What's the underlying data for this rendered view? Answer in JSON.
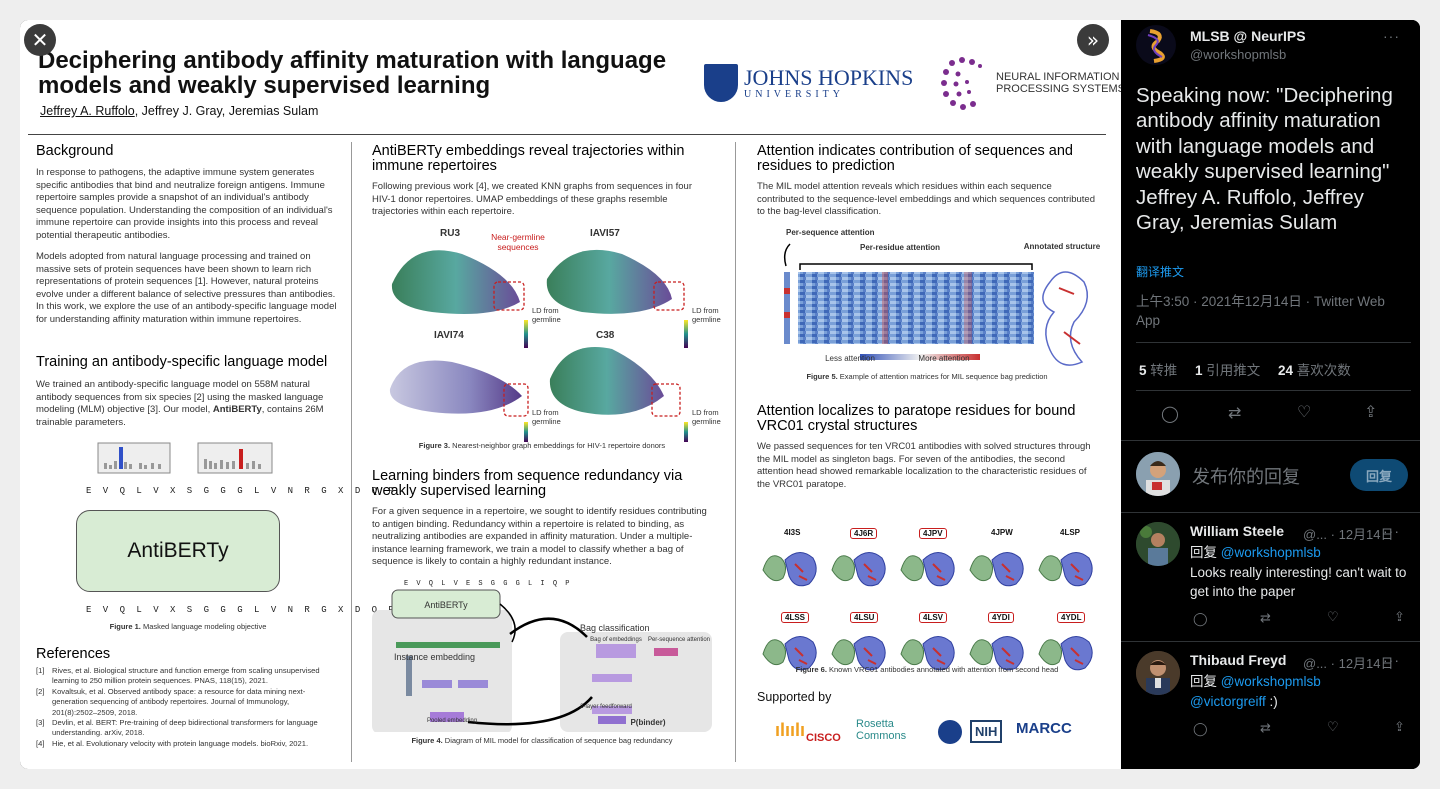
{
  "nav": {
    "close_glyph": "✕",
    "next_glyph": "»"
  },
  "poster": {
    "title": "Deciphering antibody affinity maturation with language models and weakly supervised learning",
    "author_first": "Jeffrey A. Ruffolo",
    "authors_rest": ", Jeffrey J. Gray, Jeremias Sulam",
    "jhu_name": "JOHNS HOPKINS",
    "jhu_uni": "UNIVERSITY",
    "neurips_text": "NEURAL INFORMATION PROCESSING SYSTEMS",
    "background": {
      "title": "Background",
      "p1": "In response to pathogens, the adaptive immune system generates specific antibodies that bind and neutralize foreign antigens. Immune repertoire samples provide a snapshot of an individual's antibody sequence population. Understanding the composition of an individual's immune repertoire can provide insights into this process and reveal potential therapeutic antibodies.",
      "p2": "Models adopted from natural language processing and trained on massive sets of protein sequences have been shown to learn rich representations of protein sequences [1]. However, natural proteins evolve under a different balance of selective pressures than antibodies. In this work, we explore the use of an antibody-specific language model for understanding affinity maturation within immune repertoires."
    },
    "training": {
      "title": "Training an antibody-specific language model",
      "p1_pre": "We trained an antibody-specific language model on 558M natural antibody sequences from six species [2] using the masked language modeling (MLM) objective [3]. Our model, ",
      "p1_bold": "AntiBERTy",
      "p1_post": ", contains 26M trainable parameters.",
      "seq_top": "E V Q L V X S G G G L V N R G X D Q P",
      "seq_bottom": "E V Q L V X S G G G L V N R G X D Q P",
      "box_label": "AntiBERTy",
      "fig_caption_bold": "Figure 1.",
      "fig_caption": " Masked language modeling objective"
    },
    "references": {
      "title": "References",
      "items": [
        [
          "[1]",
          "Rives, et al. Biological structure and function emerge from scaling unsupervised learning to 250 million protein sequences. PNAS, 118(15), 2021."
        ],
        [
          "[2]",
          "Kovaltsuk, et al. Observed antibody space: a resource for data mining next-generation sequencing of antibody repertoires. Journal of Immunology, 201(8):2502–2509, 2018."
        ],
        [
          "[3]",
          "Devlin, et al. BERT: Pre-training of deep bidirectional transformers for language understanding. arXiv, 2018."
        ],
        [
          "[4]",
          "Hie, et al. Evolutionary velocity with protein language models. bioRxiv, 2021."
        ]
      ]
    },
    "embeddings": {
      "title": "AntiBERTy embeddings reveal trajectories within immune repertoires",
      "p1": "Following previous work [4], we created KNN graphs from sequences in four HIV-1 donor repertoires. UMAP embeddings of these graphs resemble trajectories within each repertoire.",
      "panel_labels": [
        "RU3",
        "IAVI57",
        "IAVI74",
        "C38"
      ],
      "near_germline": "Near-germline sequences",
      "ld_label": "LD from germline",
      "fig_caption_bold": "Figure 3.",
      "fig_caption": " Nearest-neighbor graph embeddings for HIV-1 repertoire donors"
    },
    "binders": {
      "title": "Learning binders from sequence redundancy via weakly supervised learning",
      "p1": "For a given sequence in a repertoire, we sought to identify residues contributing to antigen binding. Redundancy within a repertoire is related to binding, as neutralizing antibodies are expanded in affinity maturation. Under a multiple-instance learning framework, we train a model to classify whether a bag of sequence is likely to contain a highly redundant instance.",
      "seq": "E V Q L V E S G G G L I Q P",
      "antiberty": "AntiBERTy",
      "instance_embedding": "Instance embedding",
      "bag_classification": "Bag classification",
      "pooled_embedding": "Pooled embedding",
      "bag_of_embeddings": "Bag of embeddings",
      "per_seq_attention": "Per-sequence attention",
      "layer_ff": "2-layer feedforward",
      "pbinder": "P(binder)",
      "fig_caption_bold": "Figure 4.",
      "fig_caption": " Diagram of MIL model for classification of sequence bag redundancy"
    },
    "attention": {
      "title": "Attention indicates contribution of sequences and residues to prediction",
      "p1": "The MIL model attention reveals which residues within each sequence contributed to the sequence-level embeddings and which sequences contributed to the bag-level classification.",
      "per_sequence": "Per-sequence attention",
      "per_residue": "Per-residue attention",
      "annotated": "Annotated structure",
      "less": "Less attention",
      "more": "More attention",
      "fig_caption_bold": "Figure 5.",
      "fig_caption": " Example of attention matrices for MIL sequence bag prediction"
    },
    "localizes": {
      "title": "Attention localizes to paratope residues for bound VRC01 crystal structures",
      "p1": "We passed sequences for ten VRC01 antibodies with solved structures through the MIL model as singleton bags. For seven of the antibodies, the second attention head showed remarkable localization to the characteristic residues of the VRC01 paratope.",
      "structures_top": [
        "4I3S",
        "4J6R",
        "4JPV",
        "4JPW",
        "4LSP"
      ],
      "structures_bottom": [
        "4LSS",
        "4LSU",
        "4LSV",
        "4YDI",
        "4YDL"
      ],
      "boxed": [
        "4J6R",
        "4JPV",
        "4LSS",
        "4LSU",
        "4LSV",
        "4YDI",
        "4YDL"
      ],
      "fig_caption_bold": "Figure 6.",
      "fig_caption": " Known VRC01 antibodies annotated with attention from second head"
    },
    "supported_by": "Supported by",
    "sponsors": [
      "CISCO",
      "Rosetta Commons",
      "NIH",
      "MARCC"
    ]
  },
  "tweet": {
    "name": "MLSB @ NeurIPS",
    "handle": "@workshopmlsb",
    "more": "···",
    "text": "Speaking now: \"Deciphering antibody affinity maturation with language models and weakly supervised learning\" Jeffrey A. Ruffolo, Jeffrey Gray, Jeremias Sulam",
    "translate": "翻译推文",
    "time": "上午3:50 · 2021年12月14日 · Twitter Web App",
    "retweets_num": "5",
    "retweets_label": "转推",
    "quotes_num": "1",
    "quotes_label": "引用推文",
    "likes_num": "24",
    "likes_label": "喜欢次数",
    "reply_placeholder": "发布你的回复",
    "reply_button": "回复"
  },
  "replies": [
    {
      "name": "William Steele",
      "meta": "@... · 12月14日",
      "reply_prefix": "回复 ",
      "reply_to": "@workshopmlsb",
      "text": "Looks really interesting! can't wait to get into the paper"
    },
    {
      "name": "Thibaud Freyd",
      "meta": "@... · 12月14日",
      "reply_prefix": "回复 ",
      "reply_to": "@workshopmlsb",
      "mention": "@victorgreiff",
      "text": " :)"
    }
  ],
  "colors": {
    "twitter_blue": "#1d9bf0",
    "antiberty_green": "#d8ecd4",
    "jhu_blue": "#1a3f8a",
    "neurips_purple": "#7b2d8e"
  }
}
